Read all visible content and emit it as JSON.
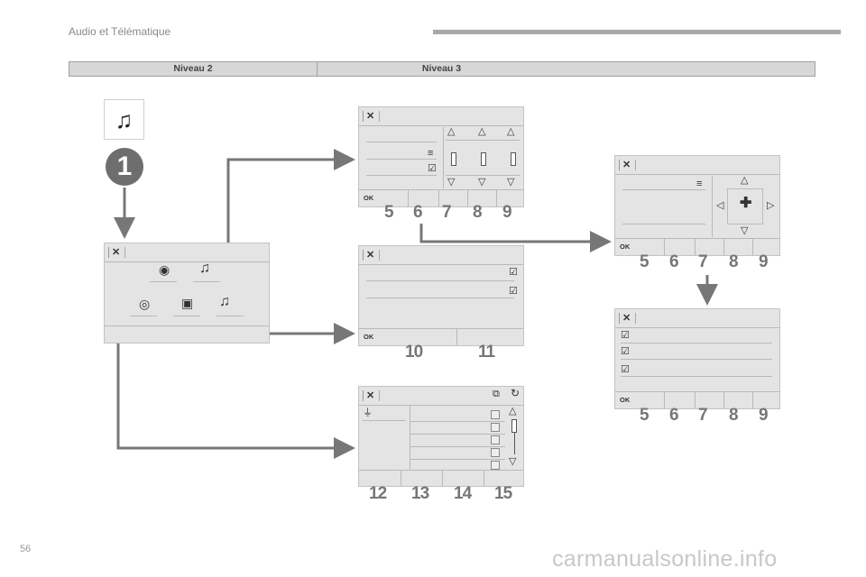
{
  "header": {
    "title": "Audio et Télématique"
  },
  "levels": {
    "level2": "Niveau 2",
    "level3": "Niveau 3"
  },
  "badge": "1",
  "icons": {
    "music": "music-note-icon",
    "close": "close-icon",
    "ok": "OK"
  },
  "screens": {
    "ok_label": "OK",
    "close_glyph": "✕"
  },
  "numbers": {
    "eq_top": [
      "5",
      "6",
      "7",
      "8",
      "9"
    ],
    "balance": [
      "5",
      "6",
      "7",
      "8",
      "9"
    ],
    "options": [
      "5",
      "6",
      "7",
      "8",
      "9"
    ],
    "mid": [
      "10",
      "11"
    ],
    "bottom": [
      "12",
      "13",
      "14",
      "15"
    ]
  },
  "footer": {
    "page": "56",
    "watermark": "carmanualsonline.info"
  }
}
